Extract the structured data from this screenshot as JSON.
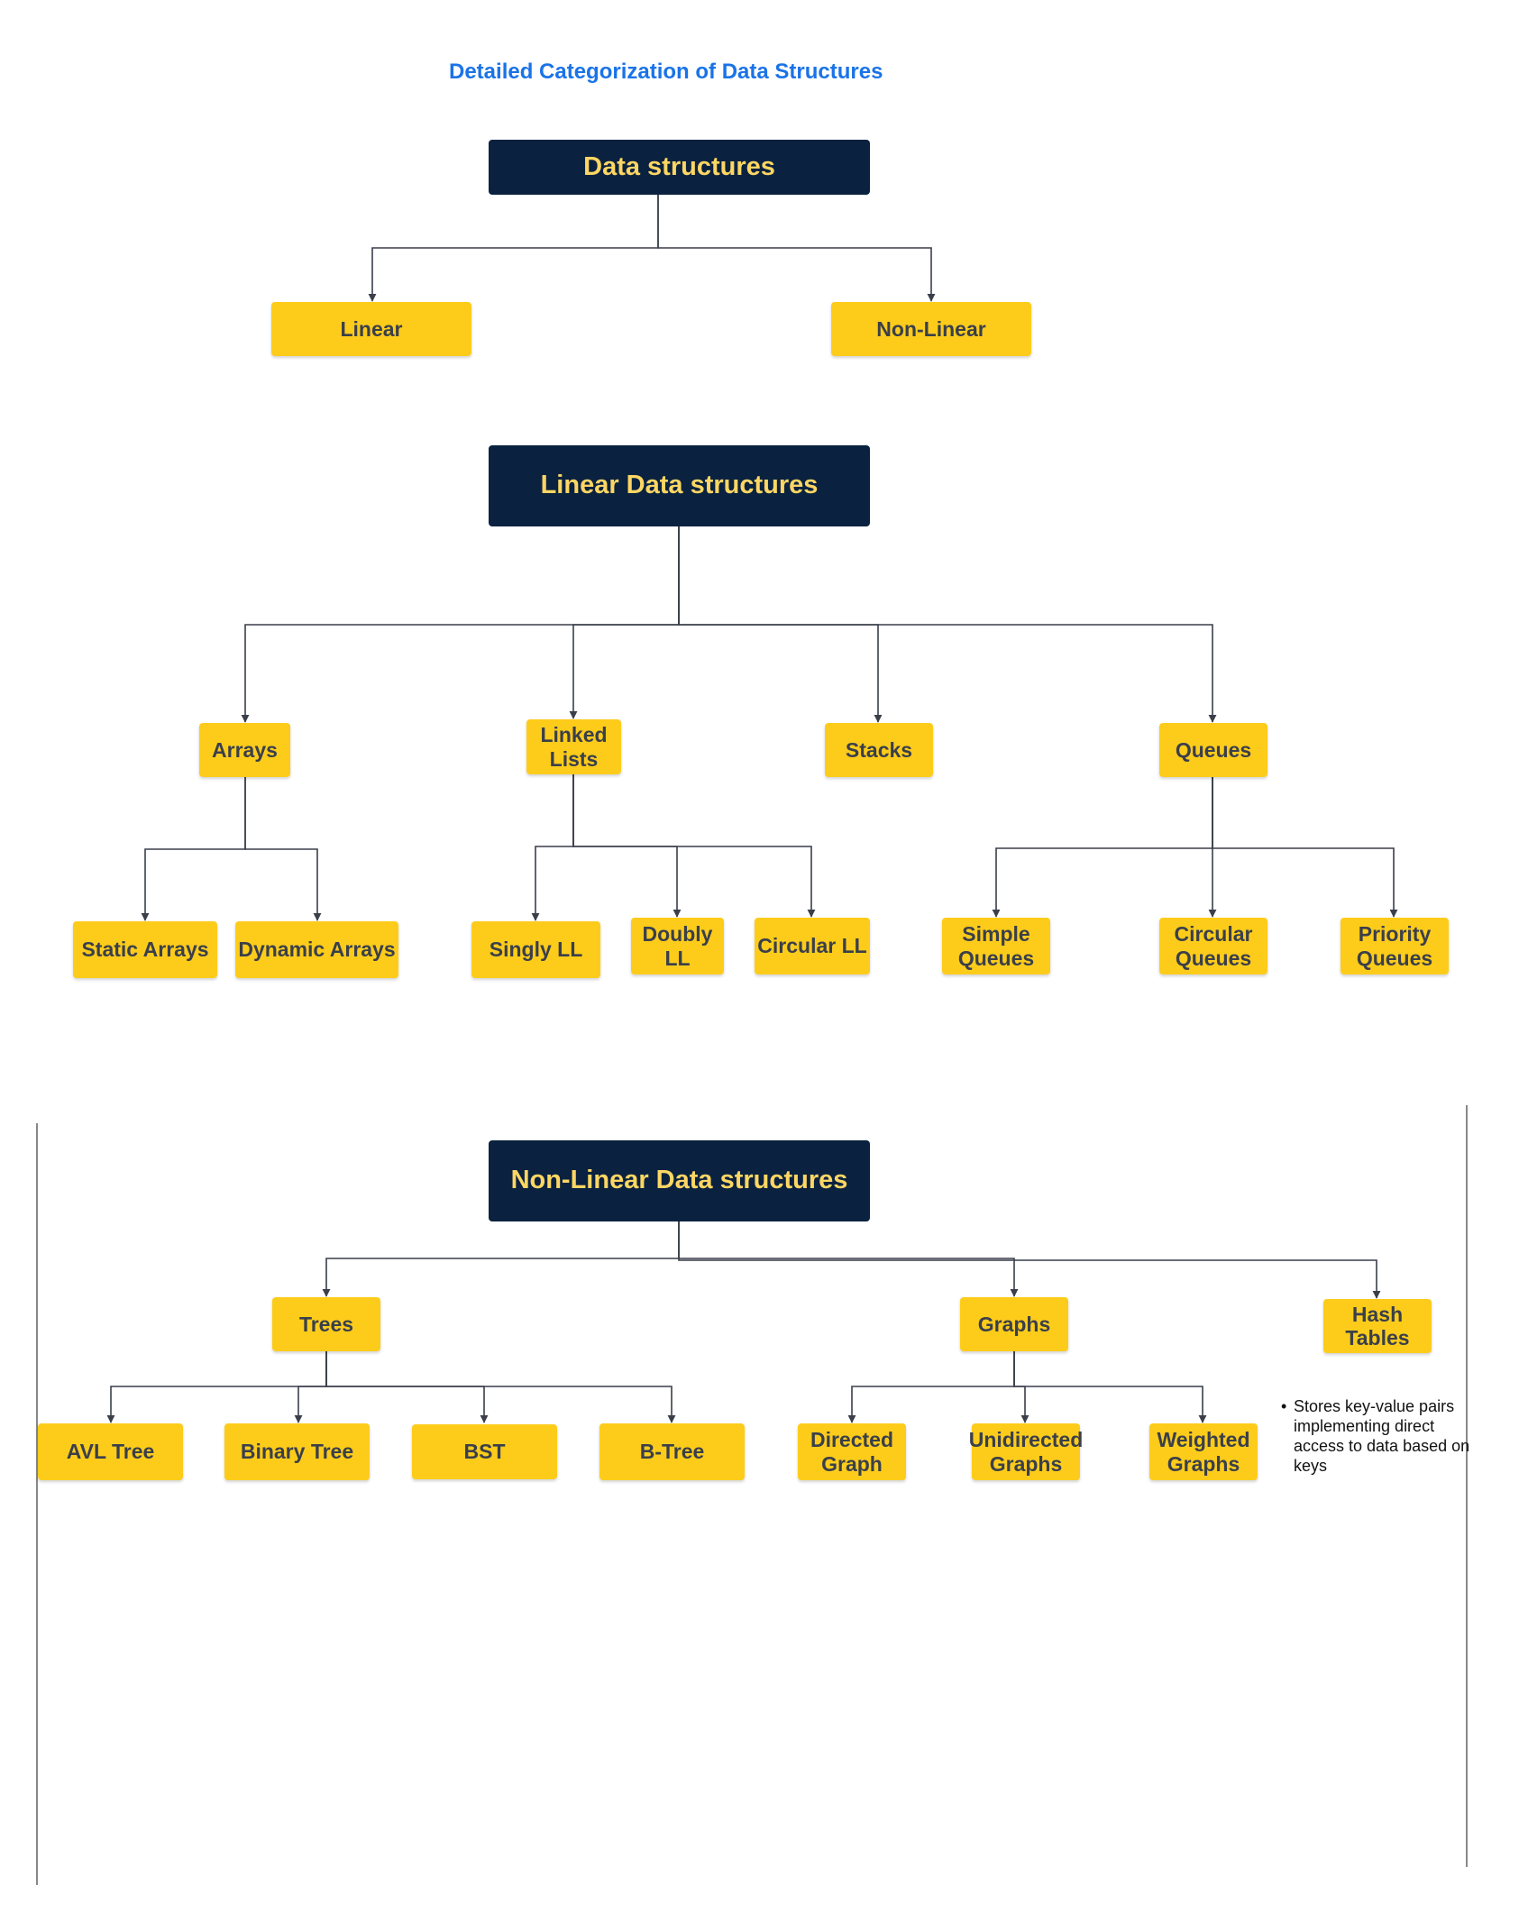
{
  "title": "Detailed Categorization of Data Structures",
  "colors": {
    "header_bg": "#0a2240",
    "header_text": "#fdd663",
    "box_bg": "#fdcc1b",
    "box_text": "#3a3f4a",
    "title_text": "#1a73e8",
    "connector": "#3a3f4a"
  },
  "diagrams": {
    "overview": {
      "root": "Data structures",
      "children": [
        "Linear",
        "Non-Linear"
      ]
    },
    "linear": {
      "root": "Linear Data structures",
      "categories": {
        "arrays": {
          "label": "Arrays",
          "children": [
            "Static Arrays",
            "Dynamic Arrays"
          ]
        },
        "linked_lists": {
          "label": "Linked Lists",
          "children": [
            "Singly LL",
            "Doubly LL",
            "Circular LL"
          ]
        },
        "stacks": {
          "label": "Stacks"
        },
        "queues": {
          "label": "Queues",
          "children": [
            "Simple Queues",
            "Circular Queues",
            "Priority Queues"
          ]
        }
      }
    },
    "non_linear": {
      "root": "Non-Linear Data structures",
      "categories": {
        "trees": {
          "label": "Trees",
          "children": [
            "AVL Tree",
            "Binary Tree",
            "BST",
            "B-Tree"
          ]
        },
        "graphs": {
          "label": "Graphs",
          "children": [
            "Directed Graph",
            "Unidirected Graphs",
            "Weighted Graphs"
          ]
        },
        "hash_tables": {
          "label": "Hash Tables",
          "note": "Stores key-value pairs implementing direct access to data based on keys"
        }
      }
    }
  }
}
